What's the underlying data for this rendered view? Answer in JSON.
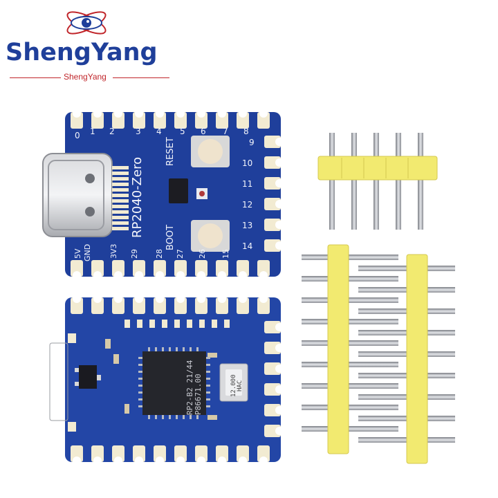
{
  "brand": {
    "name": "ShengYang",
    "subtitle": "ShengYang"
  },
  "board_top": {
    "model": "RP2040-Zero",
    "reset_label": "RESET",
    "boot_label": "BOOT",
    "pins_top": [
      "0",
      "1",
      "2",
      "3",
      "4",
      "5",
      "6",
      "7",
      "8"
    ],
    "pins_right": [
      "9",
      "10",
      "11",
      "12",
      "13",
      "14"
    ],
    "pins_bottom": [
      "5V",
      "GND",
      "3V3",
      "29",
      "28",
      "27",
      "26",
      "15"
    ]
  },
  "board_bottom": {
    "chip_line1": "RP2-B2  21/44",
    "chip_line2": "P86671.00",
    "crystal_line1": "12.000",
    "crystal_line2": "HAC"
  }
}
